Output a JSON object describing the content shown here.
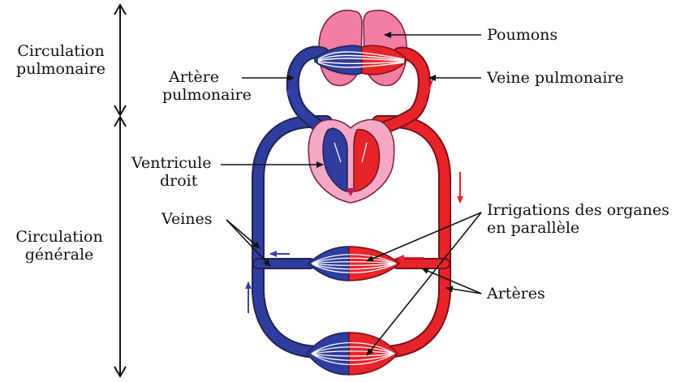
{
  "sections": {
    "pulmonary_line1": "Circulation",
    "pulmonary_line2": "pulmonaire",
    "general_line1": "Circulation",
    "general_line2": "générale"
  },
  "labels": {
    "poumons": "Poumons",
    "veine_pulmonaire": "Veine pulmonaire",
    "artere_line1": "Artère",
    "artere_line2": "pulmonaire",
    "ventricule_line1": "Ventricule",
    "ventricule_line2": "droit",
    "veines": "Veines",
    "irrigations_line1": "Irrigations des organes",
    "irrigations_line2": "en parallèle",
    "arteres": "Artères"
  },
  "colors": {
    "venous_blue": "#2d3a8c",
    "arterial_red": "#e8242b",
    "lung_pink": "#f27ea4",
    "heart_pink": "#f3a8c6"
  }
}
